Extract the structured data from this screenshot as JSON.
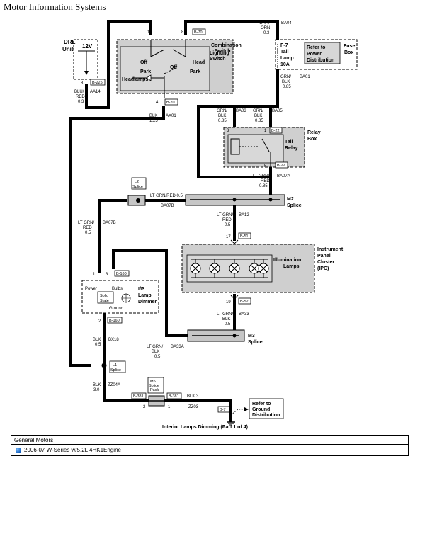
{
  "header": {
    "title": "Motor Information Systems"
  },
  "diagram": {
    "caption": "Interior Lamps Dimming (Part 1 of 4)",
    "drl": {
      "line1": "DRL",
      "line2": "Unit",
      "voltage": "12V",
      "pin": "8",
      "conn": "B-225"
    },
    "wire_aa14": {
      "id": "AA14",
      "color1": "BLU/",
      "color2": "RED",
      "gauge": "0.3"
    },
    "combo_switch": {
      "label1": "Combination",
      "label2": "Switch",
      "lighting1": "Lighting",
      "lighting2": "Switch",
      "off1": "Off",
      "park1": "Park",
      "headlamps": "Headlamps",
      "off2": "Off",
      "head": "Head",
      "park2": "Park",
      "pin1": "1",
      "pin8": "8",
      "conn_top": "B-70",
      "pin4": "4",
      "conn_bottom": "B-70"
    },
    "wire_ba04": {
      "id": "BA04",
      "color1": "GRN/",
      "color2": "ORN",
      "gauge": "0.3"
    },
    "fuse": {
      "l1": "F-7",
      "l2": "Tail",
      "l3": "Lamp",
      "l4": "10A",
      "ref1": "Refer to",
      "ref2": "Power",
      "ref3": "Distribution",
      "box1": "Fuse",
      "box2": "Box"
    },
    "wire_ba01": {
      "id": "BA01",
      "color1": "GRN/",
      "color2": "BLK",
      "gauge": "0.85"
    },
    "wire_ax01": {
      "id": "AX01",
      "color": "BLK",
      "gauge": "1.25"
    },
    "wire_ba03": {
      "id": "BA03",
      "color1": "GRN/",
      "color2": "BLK",
      "gauge": "0.85"
    },
    "wire_ba05": {
      "id": "BA05",
      "color1": "GRN/",
      "color2": "BLK",
      "gauge": "0.85"
    },
    "relay": {
      "tail1": "Tail",
      "tail2": "Relay",
      "box1": "Relay",
      "box2": "Box",
      "pin3": "3",
      "pin1": "1",
      "conn_top": "B-22",
      "pin5": "5",
      "conn_bottom": "B-22"
    },
    "wire_ba07a": {
      "id": "BA07A",
      "color1": "LT GRN/",
      "color2": "RED",
      "gauge": "0.85"
    },
    "l2_splice": {
      "l1": "L2",
      "l2": "Splice"
    },
    "wire_ba07b": {
      "id": "BA07B",
      "label": "LT GRN/RED 0.5"
    },
    "m2_splice": {
      "l1": "M2",
      "l2": "Splice"
    },
    "wire_ba12": {
      "id": "BA12",
      "color1": "LT GRN/",
      "color2": "RED",
      "gauge": "0.5"
    },
    "wire_ba07b_left": {
      "id": "BA07B",
      "color1": "LT GRN/",
      "color2": "RED",
      "gauge": "0.5"
    },
    "ipc": {
      "pin17": "17",
      "conn_top": "B-51",
      "lamps1": "Illumination",
      "lamps2": "Lamps",
      "i1": "Instrument",
      "i2": "Panel",
      "i3": "Cluster",
      "i4": "(IPC)",
      "pin19": "19",
      "conn_bottom": "B-52"
    },
    "dimmer": {
      "pin1": "1",
      "pin3": "3",
      "conn_top": "B-160",
      "power": "Power",
      "bulbs": "Bulbs",
      "solid1": "Solid",
      "solid2": "State",
      "ground": "Ground",
      "l1": "I/P",
      "l2": "Lamp",
      "l3": "Dimmer",
      "pin2": "2",
      "conn_bottom": "B-160"
    },
    "wire_ba33": {
      "id": "BA33",
      "color1": "LT GRN/",
      "color2": "BLK",
      "gauge": "0.5"
    },
    "m3_splice": {
      "l1": "M3",
      "l2": "Splice"
    },
    "wire_ba33a": {
      "id": "BA33A",
      "color1": "LT GRN/",
      "color2": "BLK",
      "gauge": "0.5"
    },
    "wire_bx18": {
      "id": "BX18",
      "color": "BLK",
      "gauge": "0.5"
    },
    "l1_splice": {
      "l1": "L1",
      "l2": "Splice"
    },
    "wire_zz04a": {
      "id": "ZZ04A",
      "color": "BLK",
      "gauge": "3.0"
    },
    "m5_splice": {
      "l1": "M5",
      "l2": "Splice",
      "l3": "Pack",
      "conn_left": "B-381",
      "conn_right": "B-381",
      "pin2": "2",
      "pin1": "1"
    },
    "wire_zz03": {
      "id": "ZZ03",
      "label": "BLK 3"
    },
    "ground": {
      "ref1": "Refer to",
      "ref2": "Ground",
      "ref3": "Distribution",
      "conn": "B-7"
    }
  },
  "footer": {
    "company": "General Motors",
    "vehicle": "2006-07 W-Series w/5.2L 4HK1Engine"
  }
}
